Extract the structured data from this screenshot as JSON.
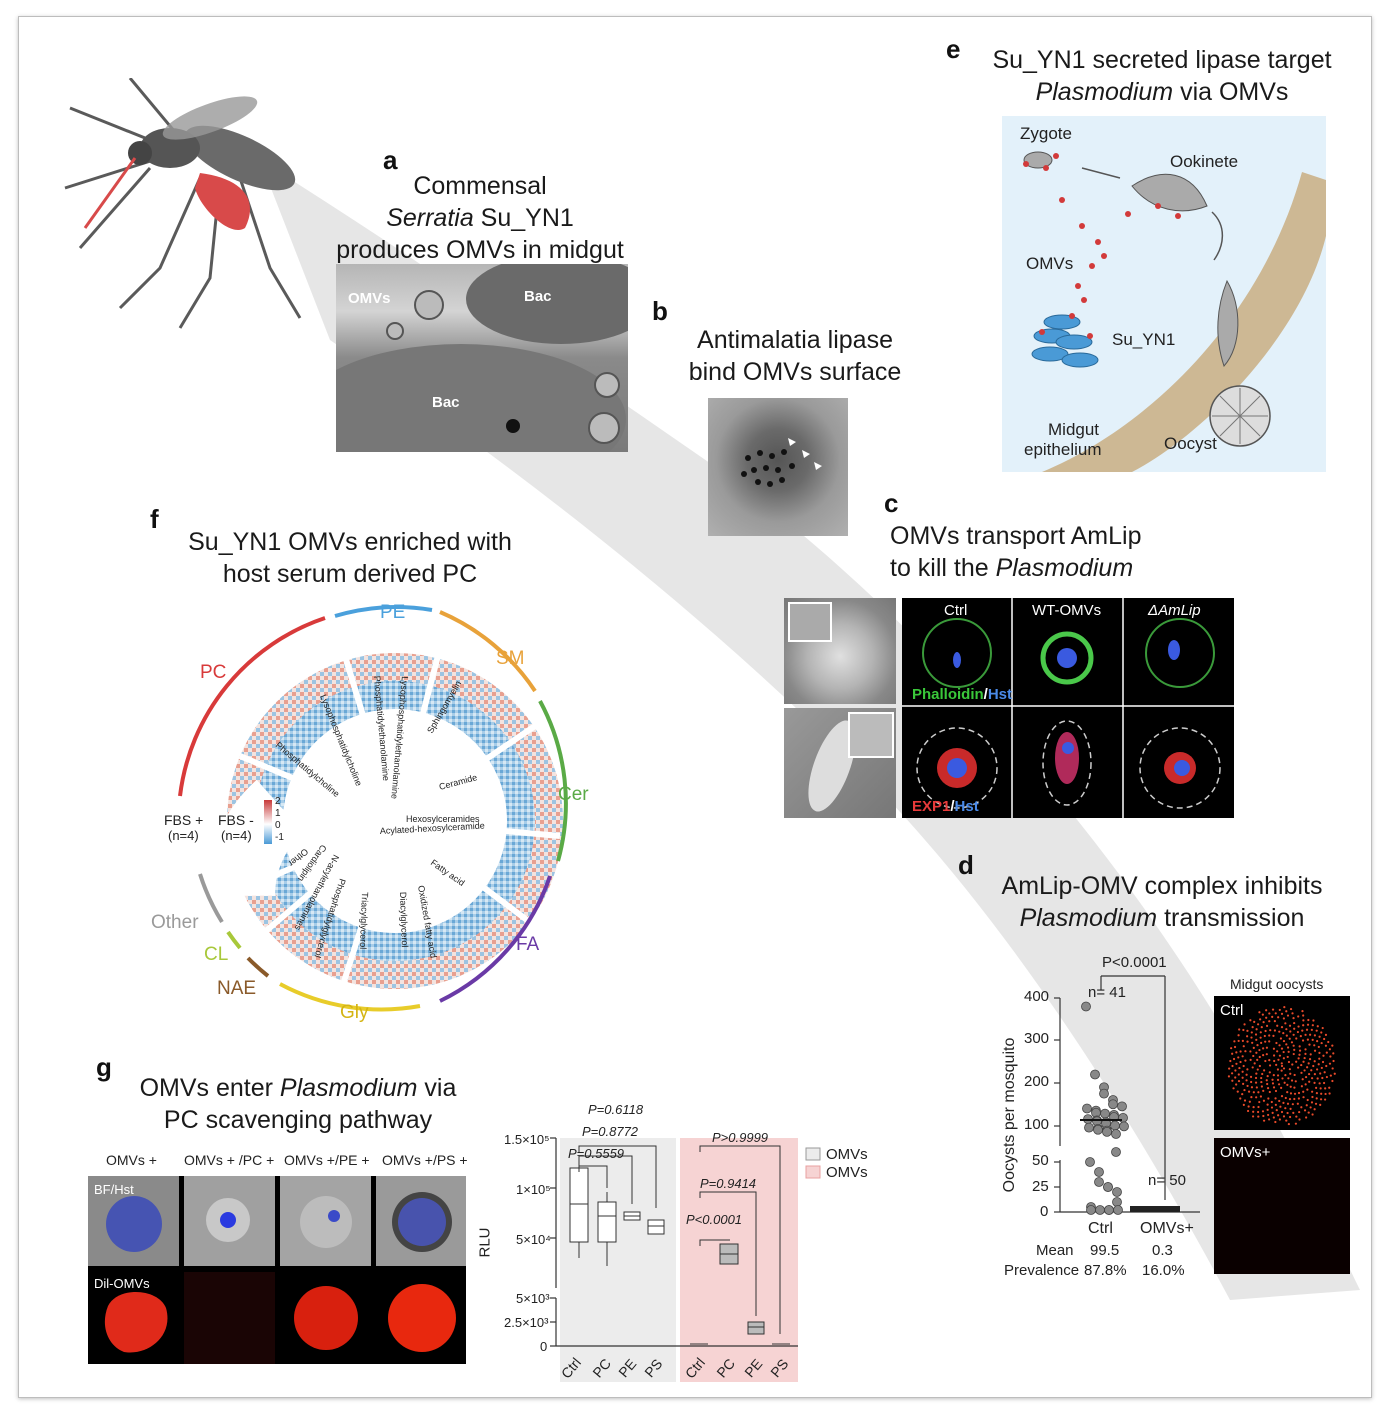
{
  "panels": {
    "a": {
      "letter": "a",
      "title_1": "Commensal",
      "title_2_italic": "Serratia",
      "title_2_rest": " Su_YN1",
      "title_3": "produces OMVs in midgut",
      "img_label_omvs": "OMVs",
      "img_label_bac_top": "Bac",
      "img_label_bac_bottom": "Bac"
    },
    "b": {
      "letter": "b",
      "title_1": "Antimalatia lipase",
      "title_2": "bind OMVs surface"
    },
    "c": {
      "letter": "c",
      "title_1": "OMVs transport AmLip",
      "title_2_pre": "to kill the ",
      "title_2_italic": "Plasmodium",
      "col_ctrl": "Ctrl",
      "col_wt": "WT-OMVs",
      "col_ko": "ΔAmLip",
      "row1_stain_a": "Phalloidin",
      "row1_stain_sep": "/",
      "row1_stain_b": "Hst",
      "row2_stain_a": "EXP1",
      "row2_stain_sep": "/",
      "row2_stain_b": "Hst"
    },
    "d": {
      "letter": "d",
      "title_1": "AmLip-OMV complex inhibits",
      "title_2_italic": "Plasmodium",
      "title_2_rest": " transmission",
      "pval": "P<0.0001",
      "n_ctrl": "n= 41",
      "n_omv": "n= 50",
      "ylabel": "Oocysts per mosquito",
      "yticks_top": [
        "400",
        "300",
        "200",
        "100"
      ],
      "yticks_bottom": [
        "50",
        "25",
        "0"
      ],
      "x_ctrl": "Ctrl",
      "x_omv": "OMVs+",
      "row_mean_label": "Mean",
      "row_prev_label": "Prevalence",
      "mean_ctrl": "99.5",
      "mean_omv": "0.3",
      "prev_ctrl": "87.8%",
      "prev_omv": "16.0%",
      "img_title": "Midgut oocysts",
      "img_ctrl": "Ctrl",
      "img_omv": "OMVs+"
    },
    "e": {
      "letter": "e",
      "title_1": "Su_YN1 secreted lipase target",
      "title_2_italic": "Plasmodium",
      "title_2_rest": " via OMVs",
      "zygote": "Zygote",
      "ookinete": "Ookinete",
      "omvs": "OMVs",
      "suyn1": "Su_YN1",
      "midgut_1": "Midgut",
      "midgut_2": "epithelium",
      "oocyst": "Oocyst"
    },
    "f": {
      "letter": "f",
      "title_1": "Su_YN1 OMVs enriched with",
      "title_2": "host serum derived PC",
      "classes": {
        "PC": "PC",
        "PE": "PE",
        "SM": "SM",
        "Cer": "Cer",
        "FA": "FA",
        "Gly": "Gly",
        "NAE": "NAE",
        "CL": "CL",
        "Other": "Other"
      },
      "inner_labels": [
        "Phosphatidylcholine",
        "Lysophosphatidylcholine",
        "Phosphatidylethanolamine",
        "Lysophosphatidylethanolamine",
        "Sphingomyelin",
        "Ceramide",
        "Hexosylceramides",
        "Acylated-hexosylceramide",
        "Fatty acid",
        "Oxidized fatty acid",
        "Diacylglycerol",
        "Triacylglycerol",
        "Phosphatidylglycerol",
        "N-acylethanolamines",
        "Cardiolipin",
        "Other"
      ],
      "fbs_plus": "FBS +",
      "fbs_minus": "FBS -",
      "n_plus": "(n=4)",
      "n_minus": "(n=4)",
      "scale": [
        "2",
        "1",
        "0",
        "-1"
      ]
    },
    "g": {
      "letter": "g",
      "title_1_pre": "OMVs enter ",
      "title_1_italic": "Plasmodium",
      "title_1_rest": " via",
      "title_2": "PC scavenging pathway",
      "col_labels": [
        "OMVs +",
        "OMVs + /PC +",
        "OMVs +/PE +",
        "OMVs +/PS +"
      ],
      "row_bf": "BF/Hst",
      "row_dil": "Dil-OMVs",
      "ylabel": "RLU",
      "yticks_top": [
        "1.5×10⁵",
        "1×10⁵",
        "5×10⁴"
      ],
      "yticks_bottom": [
        "5×10³",
        "2.5×10³",
        "0"
      ],
      "x_labels": [
        "Ctrl",
        "PC",
        "PE",
        "PS",
        "Ctrl",
        "PC",
        "PE",
        "PS"
      ],
      "p_grey": [
        "P=0.6118",
        "P=0.8772",
        "P=0.5559"
      ],
      "p_pink": [
        "P>0.9999",
        "P=0.9414",
        "P<0.0001"
      ],
      "legend": [
        "OMVs",
        "OMVs"
      ]
    }
  },
  "colors": {
    "red": "#d23a3a",
    "blue": "#4a9ad6",
    "pink": "#f6d3d3",
    "grey": "#ececec",
    "PC": "#d83a3a",
    "PE": "#4aa0dc",
    "SM": "#e8a23a",
    "Cer": "#5aaa46",
    "FA": "#6a3aa6",
    "Gly": "#e8cc2a",
    "NAE": "#8a5a2a",
    "CL": "#a8c83a",
    "Other": "#9a9a9a"
  },
  "chart_data": [
    {
      "type": "scatter",
      "panel": "d",
      "categories": [
        "Ctrl",
        "OMVs+"
      ],
      "ylabel": "Oocysts per mosquito",
      "ylim": [
        0,
        400
      ],
      "means": [
        99.5,
        0.3
      ],
      "n": [
        41,
        50
      ],
      "ctrl_values": [
        380,
        220,
        190,
        175,
        160,
        150,
        145,
        140,
        135,
        130,
        128,
        125,
        120,
        118,
        115,
        112,
        110,
        108,
        105,
        100,
        98,
        95,
        92,
        90,
        88,
        85,
        80,
        60,
        50,
        40,
        30,
        25,
        25,
        20,
        10,
        5,
        0,
        0,
        0,
        0,
        0
      ],
      "omv_values": [
        0,
        0,
        0,
        0,
        0,
        0,
        0,
        0,
        2,
        3,
        4,
        5,
        1,
        0,
        0,
        0
      ]
    },
    {
      "type": "box",
      "panel": "g",
      "categories": [
        "Ctrl",
        "PC",
        "PE",
        "PS",
        "Ctrl",
        "PC",
        "PE",
        "PS"
      ],
      "ylabel": "RLU",
      "medians": [
        80000,
        68000,
        70000,
        62000,
        0,
        37000,
        1800,
        0
      ]
    }
  ]
}
